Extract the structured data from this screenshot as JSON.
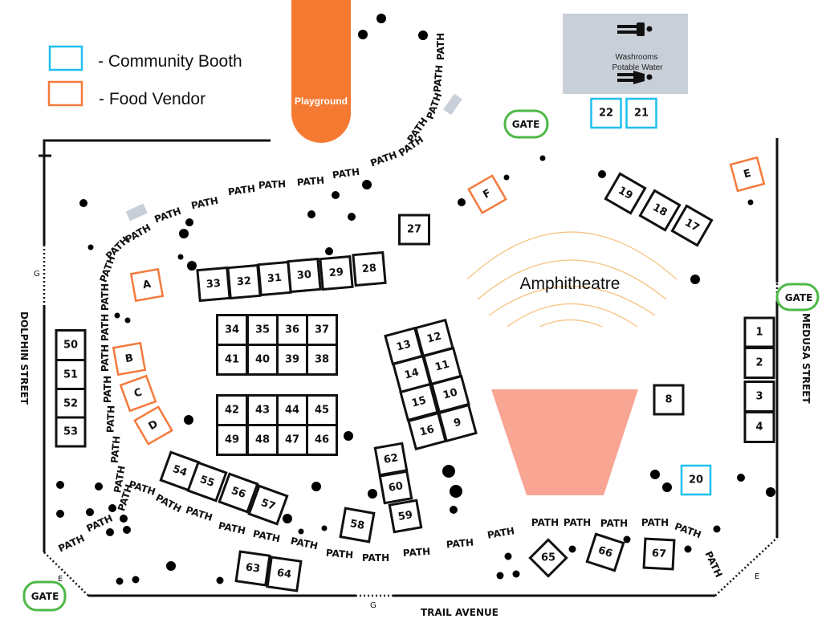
{
  "legend": {
    "community_label": "- Community Booth",
    "food_label": "- Food Vendor"
  },
  "colors": {
    "community": "#1ec0ef",
    "food": "#f47a3c",
    "gate": "#4db847",
    "playground": "#f47a32",
    "stage": "#f8a594",
    "facility": "#c9cfd8",
    "amphitheatre_arcs": "#f6c07a"
  },
  "landmarks": {
    "playground": "Playground",
    "amphitheatre": "Amphitheatre",
    "washrooms_line1": "Washrooms",
    "washrooms_line2": "Potable Water"
  },
  "streets": {
    "west": "DOLPHIN STREET",
    "east": "MEDUSA STREET",
    "south": "TRAIL AVENUE"
  },
  "gates": {
    "label": "GATE",
    "marker_g": "G",
    "marker_e": "E"
  },
  "path_label": "PATH",
  "booths": [
    {
      "id": "1",
      "type": "vendor"
    },
    {
      "id": "2",
      "type": "vendor"
    },
    {
      "id": "3",
      "type": "vendor"
    },
    {
      "id": "4",
      "type": "vendor"
    },
    {
      "id": "8",
      "type": "vendor"
    },
    {
      "id": "9",
      "type": "vendor"
    },
    {
      "id": "10",
      "type": "vendor"
    },
    {
      "id": "11",
      "type": "vendor"
    },
    {
      "id": "12",
      "type": "vendor"
    },
    {
      "id": "13",
      "type": "vendor"
    },
    {
      "id": "14",
      "type": "vendor"
    },
    {
      "id": "15",
      "type": "vendor"
    },
    {
      "id": "16",
      "type": "vendor"
    },
    {
      "id": "17",
      "type": "vendor"
    },
    {
      "id": "18",
      "type": "vendor"
    },
    {
      "id": "19",
      "type": "vendor"
    },
    {
      "id": "20",
      "type": "community"
    },
    {
      "id": "21",
      "type": "community"
    },
    {
      "id": "22",
      "type": "community"
    },
    {
      "id": "27",
      "type": "vendor"
    },
    {
      "id": "28",
      "type": "vendor"
    },
    {
      "id": "29",
      "type": "vendor"
    },
    {
      "id": "30",
      "type": "vendor"
    },
    {
      "id": "31",
      "type": "vendor"
    },
    {
      "id": "32",
      "type": "vendor"
    },
    {
      "id": "33",
      "type": "vendor"
    },
    {
      "id": "34",
      "type": "vendor"
    },
    {
      "id": "35",
      "type": "vendor"
    },
    {
      "id": "36",
      "type": "vendor"
    },
    {
      "id": "37",
      "type": "vendor"
    },
    {
      "id": "38",
      "type": "vendor"
    },
    {
      "id": "39",
      "type": "vendor"
    },
    {
      "id": "40",
      "type": "vendor"
    },
    {
      "id": "41",
      "type": "vendor"
    },
    {
      "id": "42",
      "type": "vendor"
    },
    {
      "id": "43",
      "type": "vendor"
    },
    {
      "id": "44",
      "type": "vendor"
    },
    {
      "id": "45",
      "type": "vendor"
    },
    {
      "id": "46",
      "type": "vendor"
    },
    {
      "id": "47",
      "type": "vendor"
    },
    {
      "id": "48",
      "type": "vendor"
    },
    {
      "id": "49",
      "type": "vendor"
    },
    {
      "id": "50",
      "type": "vendor"
    },
    {
      "id": "51",
      "type": "vendor"
    },
    {
      "id": "52",
      "type": "vendor"
    },
    {
      "id": "53",
      "type": "vendor"
    },
    {
      "id": "54",
      "type": "vendor"
    },
    {
      "id": "55",
      "type": "vendor"
    },
    {
      "id": "56",
      "type": "vendor"
    },
    {
      "id": "57",
      "type": "vendor"
    },
    {
      "id": "58",
      "type": "vendor"
    },
    {
      "id": "59",
      "type": "vendor"
    },
    {
      "id": "60",
      "type": "vendor"
    },
    {
      "id": "62",
      "type": "vendor"
    },
    {
      "id": "63",
      "type": "vendor"
    },
    {
      "id": "64",
      "type": "vendor"
    },
    {
      "id": "65",
      "type": "vendor"
    },
    {
      "id": "66",
      "type": "vendor"
    },
    {
      "id": "67",
      "type": "vendor"
    },
    {
      "id": "A",
      "type": "food"
    },
    {
      "id": "B",
      "type": "food"
    },
    {
      "id": "C",
      "type": "food"
    },
    {
      "id": "D",
      "type": "food"
    },
    {
      "id": "E",
      "type": "food"
    },
    {
      "id": "F",
      "type": "food"
    }
  ]
}
